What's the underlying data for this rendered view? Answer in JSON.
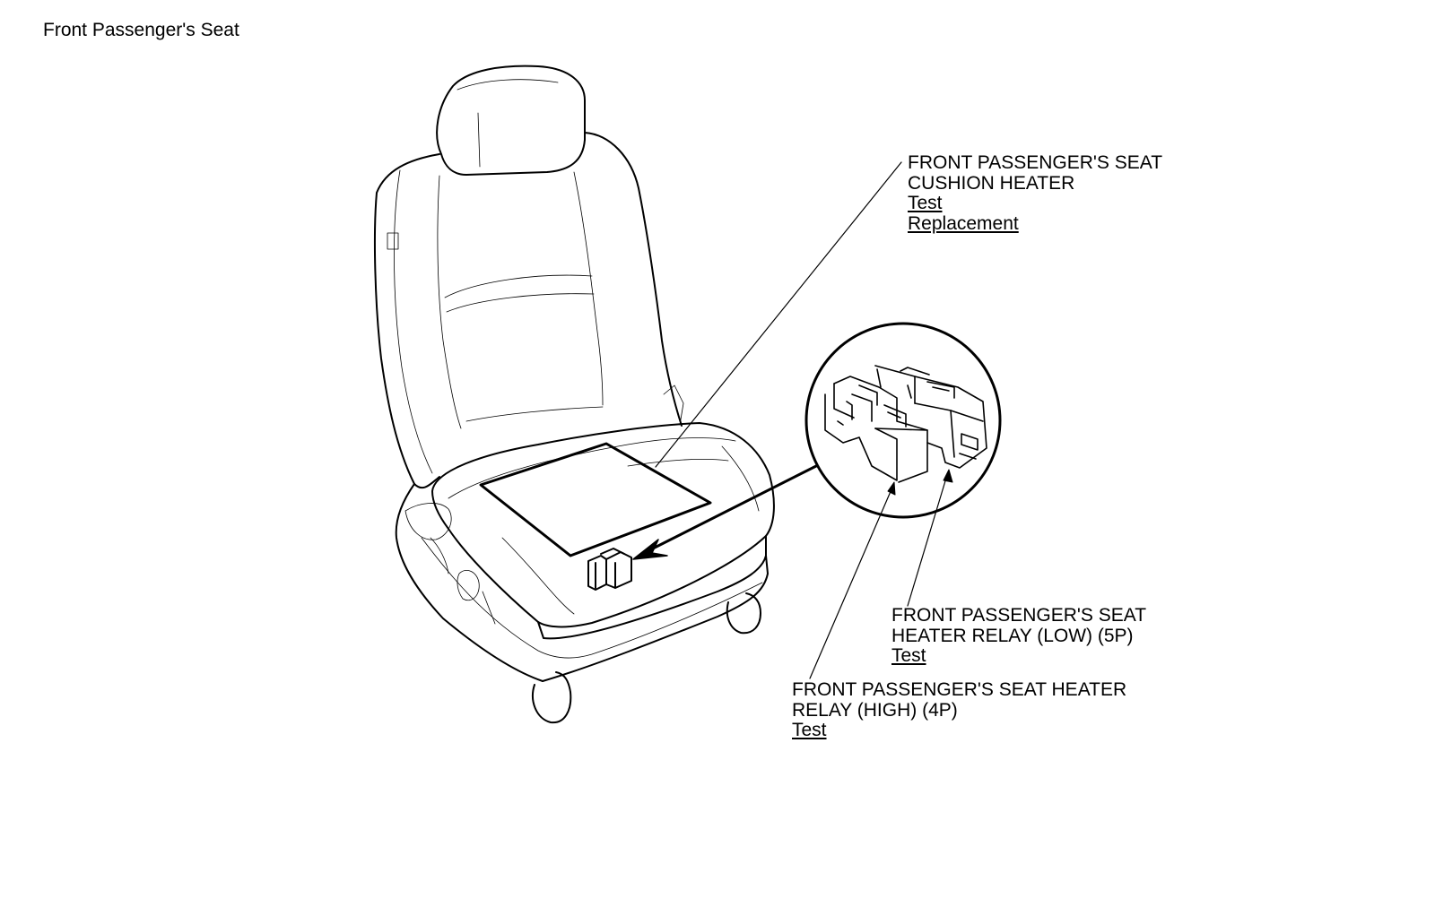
{
  "page_title": "Front Passenger's Seat",
  "callouts": {
    "cushion_heater": {
      "lines": [
        "FRONT PASSENGER'S SEAT",
        "CUSHION HEATER"
      ],
      "links": [
        "Test",
        "Replacement"
      ]
    },
    "relay_low": {
      "lines": [
        "FRONT PASSENGER'S SEAT",
        "HEATER RELAY (LOW) (5P)"
      ],
      "links": [
        "Test"
      ]
    },
    "relay_high": {
      "lines": [
        "FRONT PASSENGER'S SEAT HEATER",
        "RELAY (HIGH) (4P)"
      ],
      "links": [
        "Test"
      ]
    }
  },
  "colors": {
    "line": "#000000",
    "background": "#ffffff"
  }
}
